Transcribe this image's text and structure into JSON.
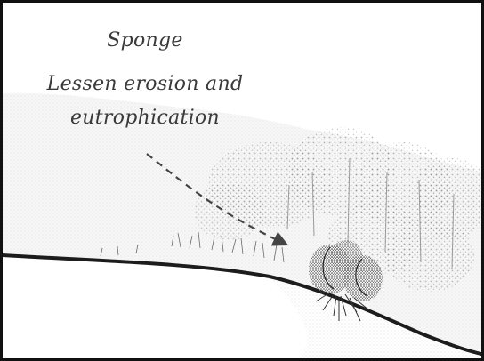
{
  "label": {
    "title": "Sponge",
    "line1": "Lessen erosion and",
    "line2": "eutrophication"
  },
  "colors": {
    "ground_line": "#1c1c1c",
    "fog": "#e9e9e9",
    "vegetation_dot": "#8a8a8a",
    "shrub_fill": "#5c5c5c",
    "arrow": "#444444",
    "text": "#3a3a3a",
    "border": "#111111"
  },
  "icons": {
    "arrow": "dashed-curved-arrow",
    "plant": "root-shrub"
  }
}
